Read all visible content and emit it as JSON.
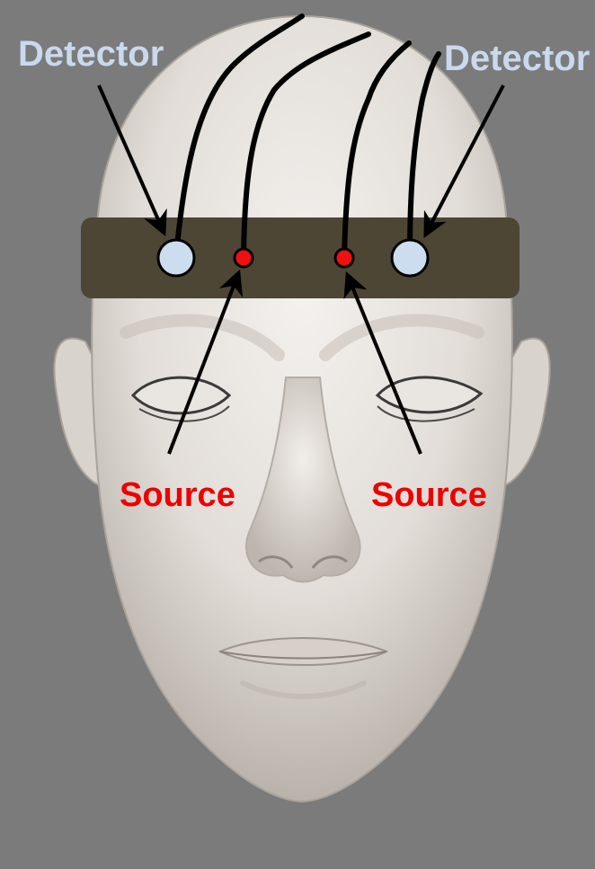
{
  "labels": {
    "detector_left": "Detector",
    "detector_right": "Detector",
    "source_left": "Source",
    "source_right": "Source"
  },
  "colors": {
    "background": "#7b7b7b",
    "head_skin": "#e6e1dc",
    "headband": "#4e4634",
    "detector_fill": "#cdddf0",
    "source_fill": "#f01010",
    "detector_label": "#c9d9ee",
    "source_label": "#ee0000",
    "wire": "#000000"
  },
  "icons": {
    "head": "human-head-3d",
    "detector": "detector-optode-circle",
    "source": "source-optode-dot"
  }
}
